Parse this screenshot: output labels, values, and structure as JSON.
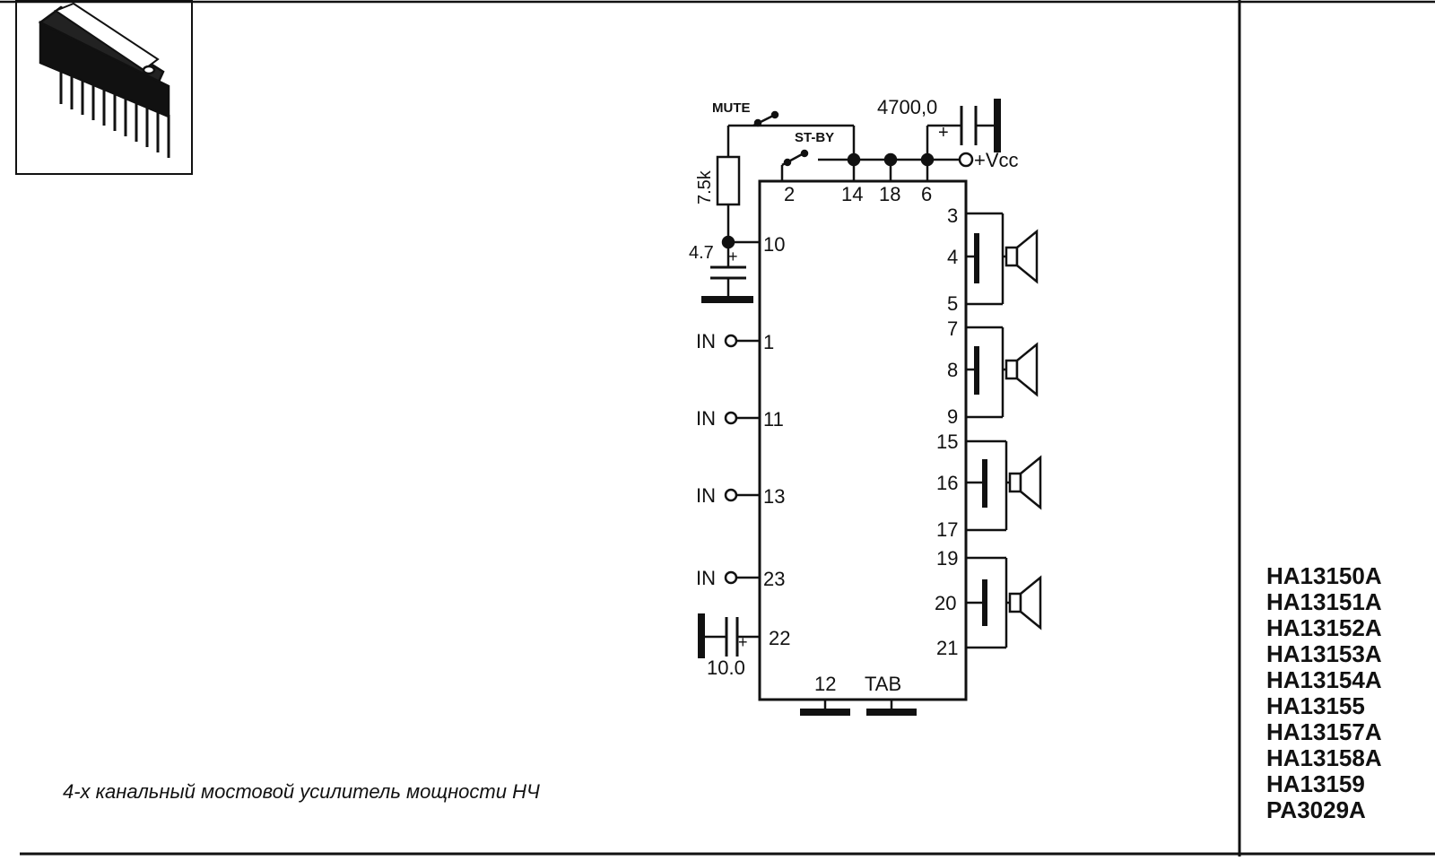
{
  "diagram": {
    "caption": "4-х канальный мостовой усилитель мощности НЧ",
    "part_numbers": [
      "HA13150A",
      "HA13151A",
      "HA13152A",
      "HA13153A",
      "HA13154A",
      "HA13155",
      "HA13157A",
      "HA13158A",
      "HA13159",
      "PA3029A"
    ],
    "labels": {
      "mute": "MUTE",
      "standby": "ST-BY",
      "cap_supply": "4700,0",
      "plus": "+",
      "vcc": "+Vcc",
      "resistor": "7.5k",
      "cap_mute": "4.7",
      "input": "IN",
      "cap_22": "10.0",
      "tab": "TAB"
    },
    "pins": {
      "top": [
        "2",
        "14",
        "18",
        "6"
      ],
      "left": [
        "10",
        "1",
        "11",
        "13",
        "23",
        "22"
      ],
      "right": [
        "3",
        "4",
        "5",
        "7",
        "8",
        "9",
        "15",
        "16",
        "17",
        "19",
        "20",
        "21"
      ],
      "bottom": [
        "12"
      ]
    }
  }
}
